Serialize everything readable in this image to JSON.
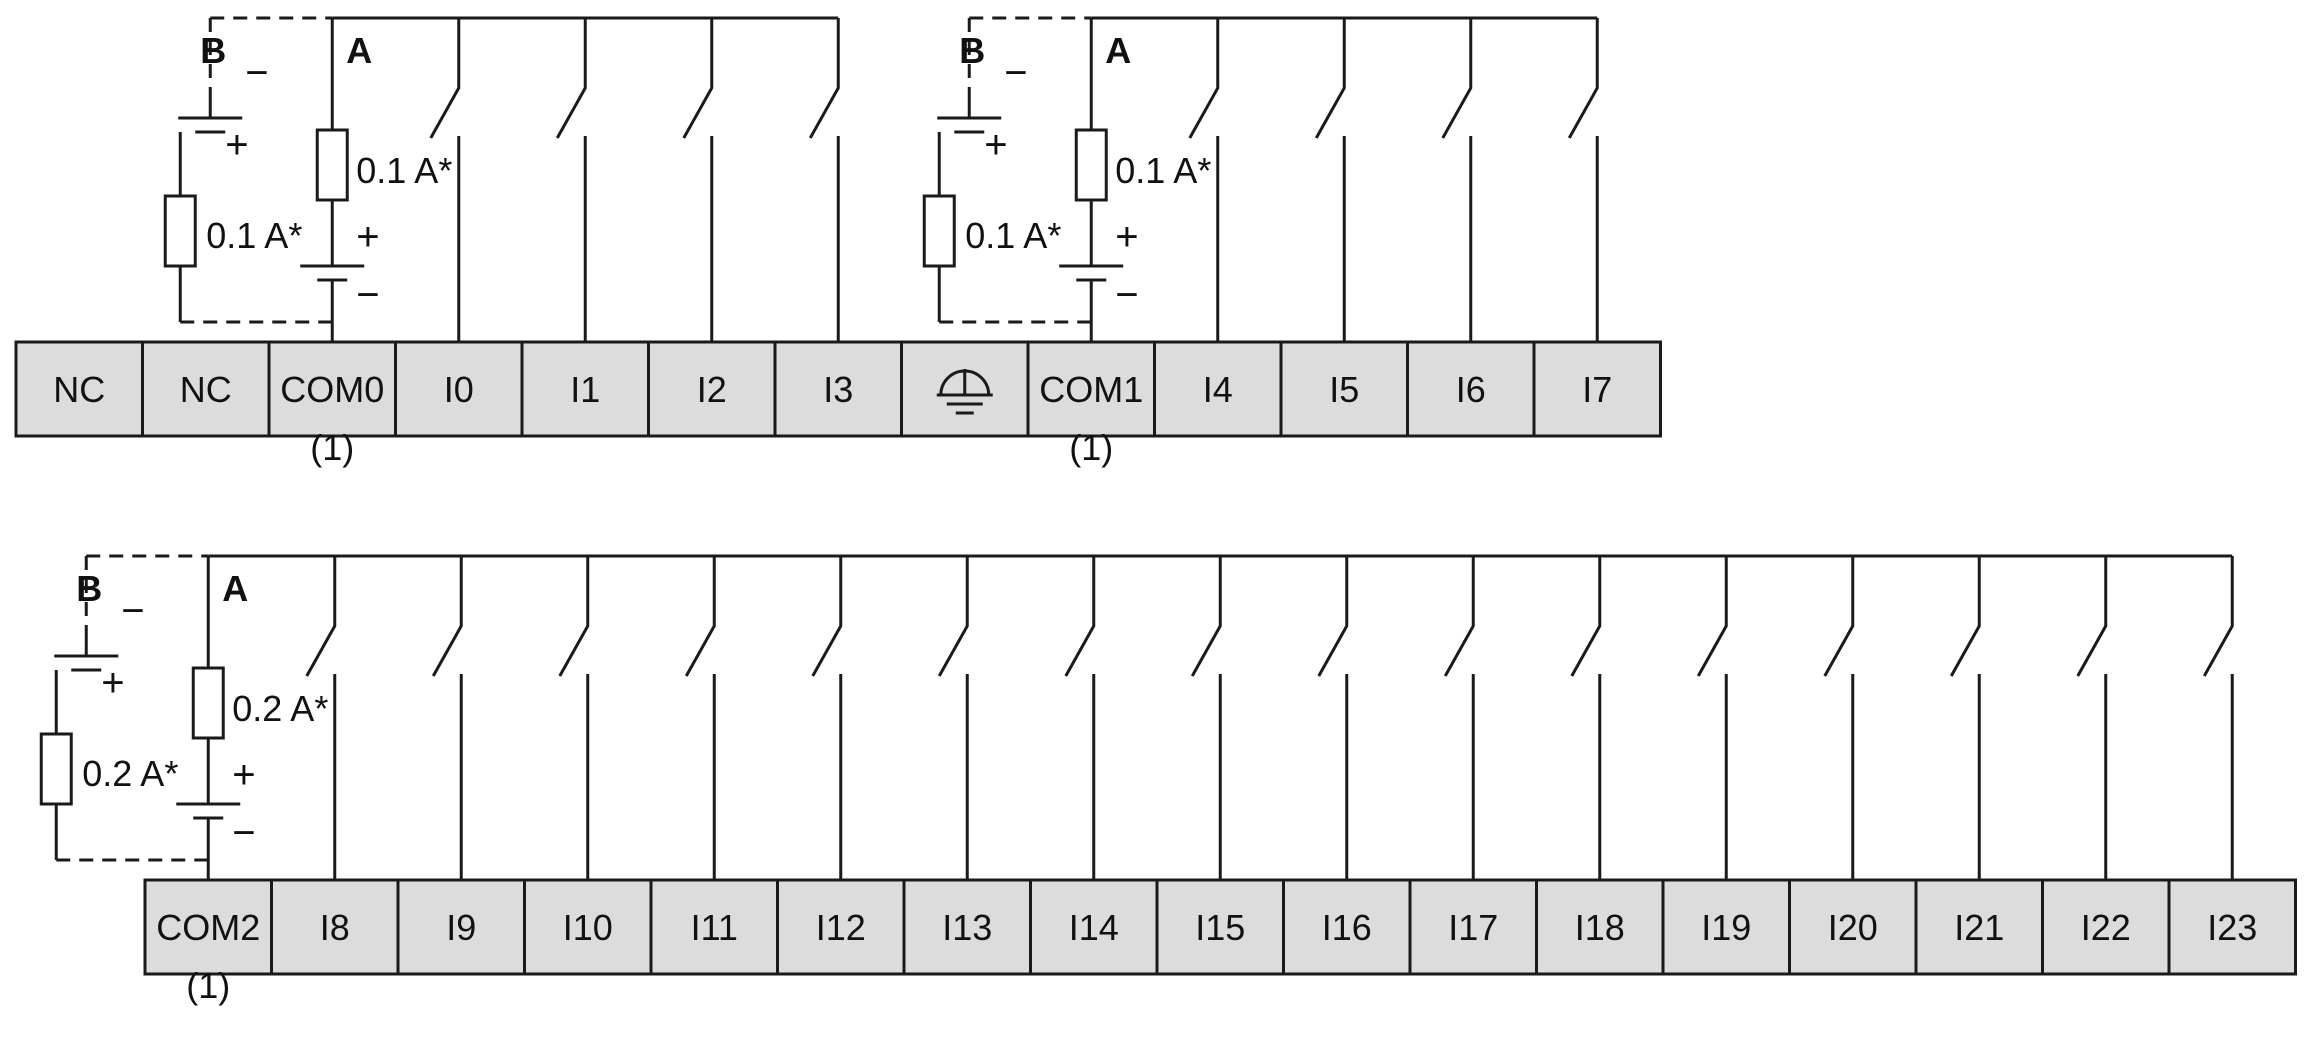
{
  "row1_terminals": [
    "NC",
    "NC",
    "COM0",
    "I0",
    "I1",
    "I2",
    "I3",
    "ground-symbol",
    "COM1",
    "I4",
    "I5",
    "I6",
    "I7"
  ],
  "row2_terminals": [
    "COM2",
    "I8",
    "I9",
    "I10",
    "I11",
    "I12",
    "I13",
    "I14",
    "I15",
    "I16",
    "I17",
    "I18",
    "I19",
    "I20",
    "I21",
    "I22",
    "I23"
  ],
  "groups": [
    {
      "label_b": "B",
      "label_a": "A",
      "fuse_b": "0.1 A*",
      "fuse_a": "0.1 A*",
      "plus": "+",
      "minus": "−",
      "note": "(1)"
    },
    {
      "label_b": "B",
      "label_a": "A",
      "fuse_b": "0.1 A*",
      "fuse_a": "0.1 A*",
      "plus": "+",
      "minus": "−",
      "note": "(1)"
    },
    {
      "label_b": "B",
      "label_a": "A",
      "fuse_b": "0.2 A*",
      "fuse_a": "0.2 A*",
      "plus": "+",
      "minus": "−",
      "note": "(1)"
    }
  ],
  "icons": {
    "earth": "ground-icon",
    "contact": "switch-contact-icon",
    "fuse": "fuse-icon",
    "battery": "battery-icon"
  },
  "colors": {
    "terminal_fill": "#dcdcdc",
    "line": "#1a1a1a"
  }
}
